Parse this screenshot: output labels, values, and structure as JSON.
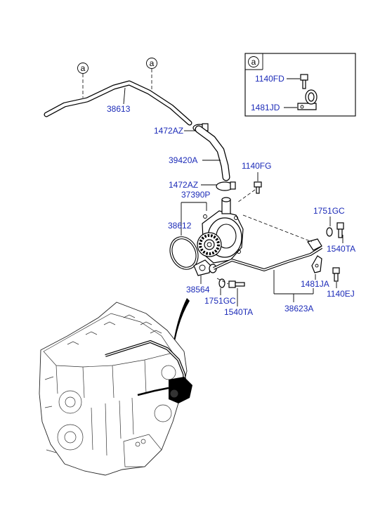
{
  "callouts": {
    "ref_a": "a",
    "hose_38613": "38613",
    "clamp_1472AZ_upper": "1472AZ",
    "hose_39420A": "39420A",
    "clamp_1472AZ_lower": "1472AZ",
    "bolt_1140FG": "1140FG",
    "pump_37390P": "37390P",
    "gasket_38612": "38612",
    "seal_38564": "38564",
    "washer_1751GC_left": "1751GC",
    "bolt_1540TA_left": "1540TA",
    "washer_1751GC_right": "1751GC",
    "bolt_1540TA_right": "1540TA",
    "bracket_1481JA": "1481JA",
    "bolt_1140EJ": "1140EJ",
    "pipe_38623A": "38623A"
  },
  "detail_box": {
    "ref": "a",
    "bolt_1140FD": "1140FD",
    "clip_1481JD": "1481JD"
  }
}
